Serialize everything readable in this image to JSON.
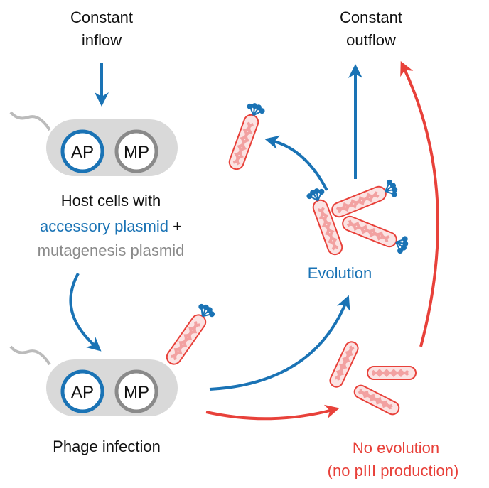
{
  "labels": {
    "inflow_line1": "Constant",
    "inflow_line2": "inflow",
    "outflow_line1": "Constant",
    "outflow_line2": "outflow",
    "host_line1": "Host cells with",
    "host_accessory": "accessory plasmid",
    "host_plus": " +",
    "host_mutagenesis": "mutagenesis plasmid",
    "phage_infection": "Phage infection",
    "evolution": "Evolution",
    "no_evolution_line1": "No evolution",
    "no_evolution_line2": "(no pIII production)"
  },
  "plasmids": {
    "accessory": "AP",
    "mutagenesis": "MP"
  },
  "colors": {
    "blue": "#1a73b5",
    "red": "#e8413a",
    "gray": "#8a8a8a",
    "cell": "#d9d9d9",
    "phage_fill": "#f2a1a1",
    "phage_body": "#fbe3e3"
  }
}
